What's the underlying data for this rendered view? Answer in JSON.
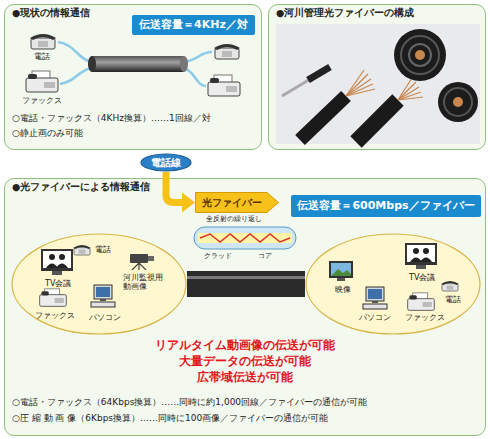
{
  "diagram": {
    "nodes": [
      {
        "text": [
          "●現状の情報通信"
        ]
      },
      {
        "text": [
          "伝送容量＝4KHz／対"
        ],
        "in": 0
      },
      {
        "text": [
          "●河川管理光ファイバーの構成"
        ]
      },
      {
        "text": [
          "電話線"
        ]
      },
      {
        "text": [
          "光ファイバー"
        ]
      },
      {
        "text": [
          "●光ファイバーによる情報通信"
        ]
      },
      {
        "text": [
          "伝送容量＝600Mbps／ファイバー"
        ],
        "in": 5
      },
      {
        "text": [
          "TV会議",
          "電話",
          "河川監視用動画像",
          "ファックス",
          "パソコン"
        ],
        "in": 5
      },
      {
        "text": [
          "TV会議",
          "映像",
          "電話",
          "パソコン",
          "ファックス"
        ],
        "in": 5
      }
    ],
    "edges": [
      {
        "from": 3,
        "to": 4,
        "arrow": "to"
      },
      {
        "from": 7,
        "to": 8,
        "arrow": "none"
      }
    ],
    "labels": [
      "電話",
      "ファックス",
      "○電話・ファックス（4KHz換算）……1回線／対",
      "○静止画のみ可能",
      "全反射の繰り返し",
      "クラッド",
      "コア",
      "リアルタイム動画像の伝送が可能",
      "大量データの伝送が可能",
      "広帯域伝送が可能",
      "○電話・ファックス（64Kbps換算）……同時に約1,000回線／ファイバーの通信が可能",
      "○圧 縮 動 画 像（6Kbps換算）……同時に100画像／ファイバーの通信が可能"
    ]
  }
}
